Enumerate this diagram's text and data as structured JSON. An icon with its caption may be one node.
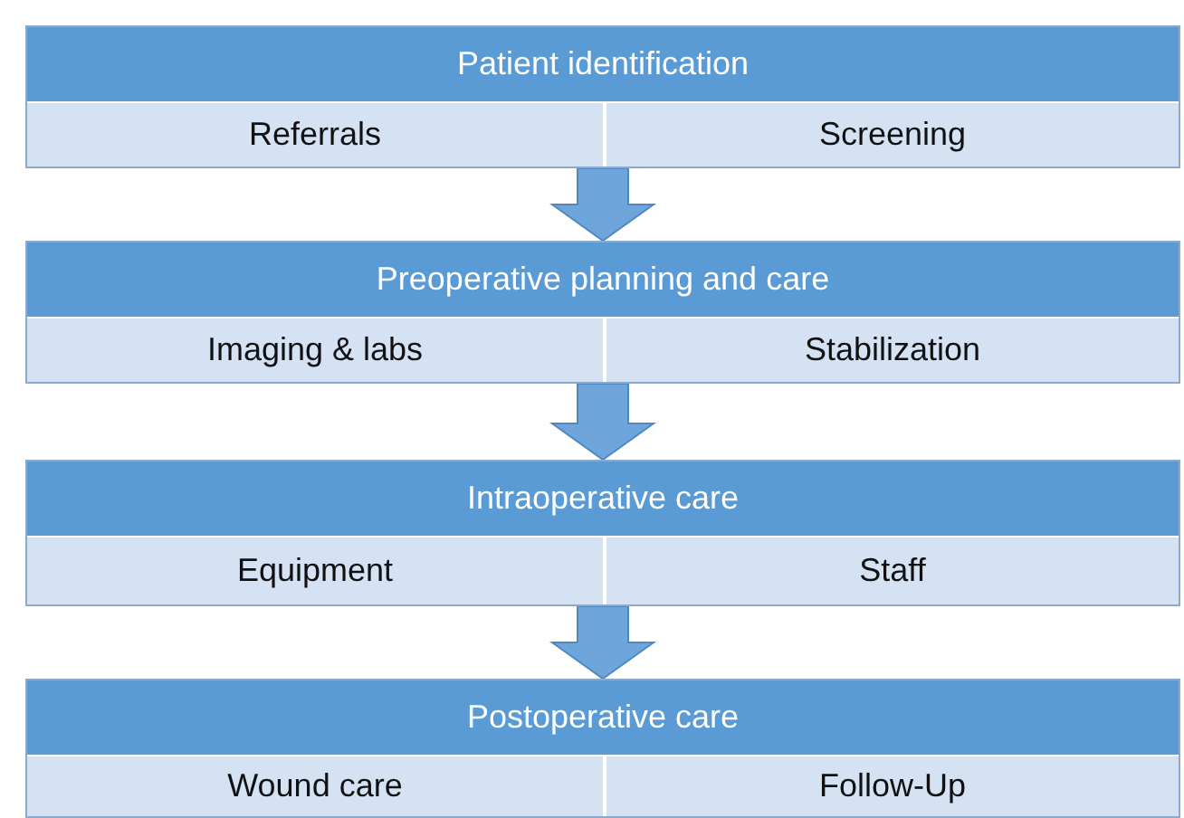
{
  "diagram": {
    "nodes": [
      {
        "text": [
          "Patient identification"
        ]
      },
      {
        "text": [
          "Referrals"
        ],
        "in": 0
      },
      {
        "text": [
          "Screening"
        ],
        "in": 0
      },
      {
        "text": [
          "Preoperative planning and care"
        ]
      },
      {
        "text": [
          "Imaging & labs"
        ],
        "in": 3
      },
      {
        "text": [
          "Stabilization"
        ],
        "in": 3
      },
      {
        "text": [
          "Intraoperative care"
        ]
      },
      {
        "text": [
          "Equipment"
        ],
        "in": 6
      },
      {
        "text": [
          "Staff"
        ],
        "in": 6
      },
      {
        "text": [
          "Postoperative care"
        ]
      },
      {
        "text": [
          "Wound care"
        ],
        "in": 9
      },
      {
        "text": [
          "Follow-Up"
        ],
        "in": 9
      }
    ],
    "edges": [
      {
        "from": 0,
        "to": 3,
        "arrow": "to"
      },
      {
        "from": 3,
        "to": 6,
        "arrow": "to"
      },
      {
        "from": 6,
        "to": 9,
        "arrow": "to"
      }
    ]
  }
}
